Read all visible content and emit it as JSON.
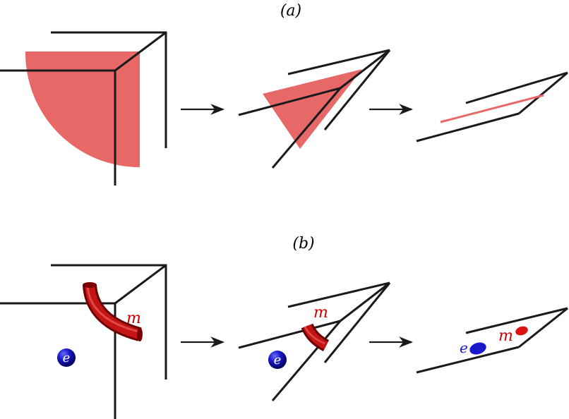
{
  "panels": {
    "a": {
      "label": "(a)"
    },
    "b": {
      "label": "(b)"
    }
  },
  "labels": {
    "m": "m",
    "e": "e"
  },
  "colors": {
    "wedge_fill": "#e86868",
    "tube_dark": "#8a0000",
    "tube_light": "#e02020",
    "particle_blue": "#1a1acc",
    "particle_red": "#dd1111",
    "line_red": "#e86868",
    "edge": "#1a1a1a"
  }
}
